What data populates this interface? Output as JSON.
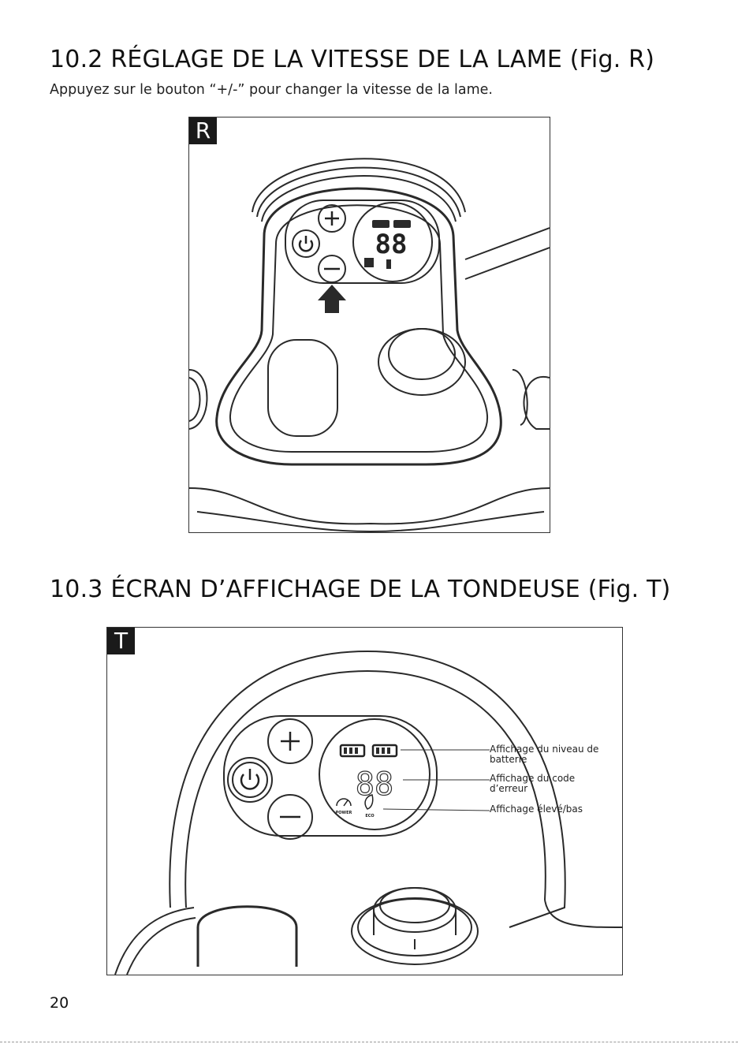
{
  "section_r": {
    "heading": "10.2 RÉGLAGE DE LA VITESSE DE LA LAME (Fig. R)",
    "instruction": "Appuyez sur le bouton “+/-” pour changer la vitesse de la lame.",
    "figure_tag": "R",
    "display_digits": "88"
  },
  "section_t": {
    "heading": "10.3 ÉCRAN D’AFFICHAGE DE LA TONDEUSE (Fig. T)",
    "figure_tag": "T",
    "display_digits": "88",
    "power_label": "POWER",
    "eco_label": "ECO",
    "callouts": [
      "Affichage du niveau de batterie",
      "Affichage du code d’erreur",
      "Affichage élevé/bas"
    ]
  },
  "page_number": "20"
}
